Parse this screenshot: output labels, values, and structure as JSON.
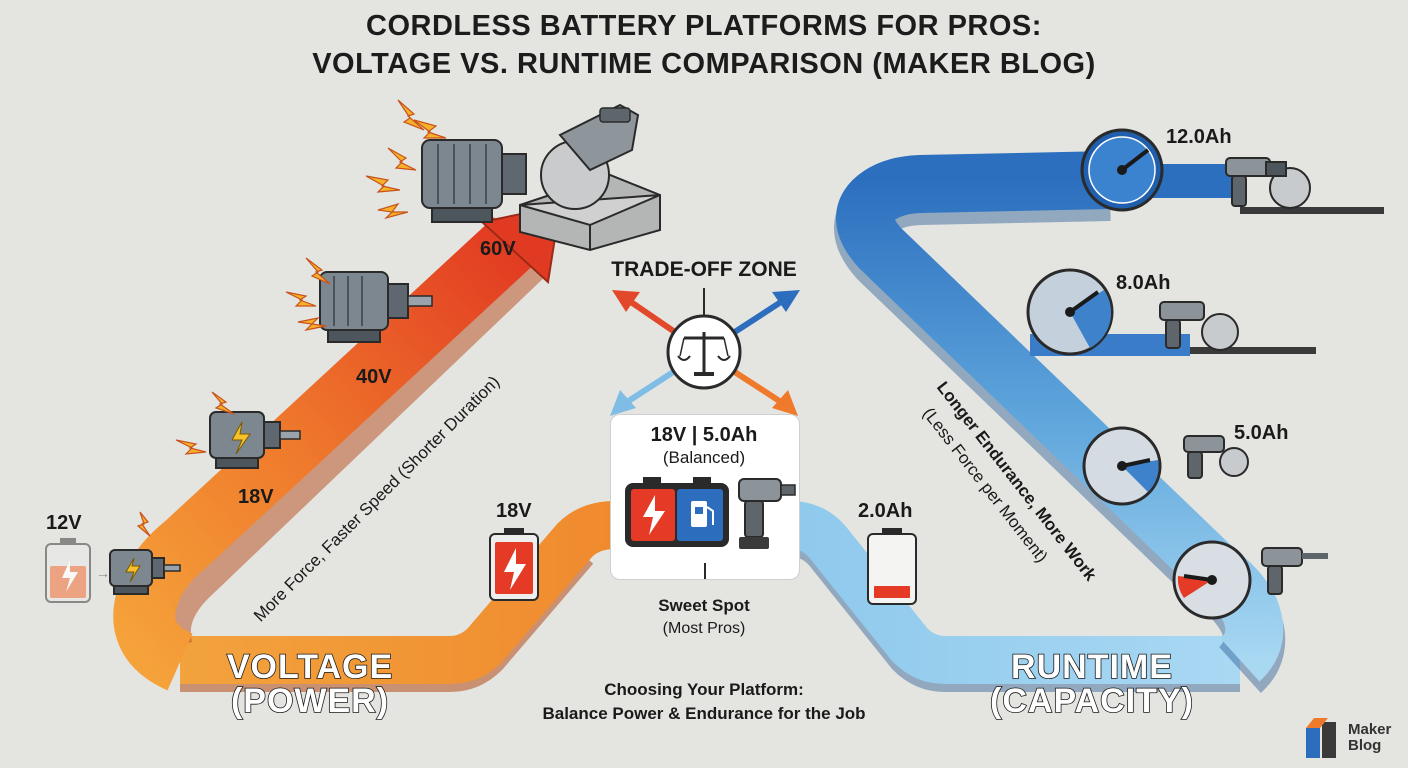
{
  "title": {
    "line1": "CORDLESS BATTERY PLATFORMS FOR PROS:",
    "line2": "VOLTAGE VS. RUNTIME COMPARISON (MAKER BLOG)"
  },
  "voltage": {
    "heading": "VOLTAGE",
    "subheading": "(POWER)",
    "levels": [
      "12V",
      "18V",
      "40V",
      "60V"
    ],
    "battery_label": "18V",
    "side_text": "More Force, Faster Speed (Shorter Duration)",
    "color_start": "#f59a2e",
    "color_end": "#e03a22"
  },
  "runtime": {
    "heading": "RUNTIME",
    "subheading": "(CAPACITY)",
    "capacities": [
      "12.0Ah",
      "8.0Ah",
      "5.0Ah",
      "2.0Ah"
    ],
    "side_text_bold": "Longer Endurance, More Work",
    "side_text": "(Less Force per Moment)",
    "color_start": "#9dd0ee",
    "color_end": "#2f74c0"
  },
  "tradeoff": {
    "label": "TRADE-OFF ZONE",
    "icon": "balance-scale-icon"
  },
  "balanced": {
    "spec": "18V | 5.0Ah",
    "note": "(Balanced)",
    "sweet_spot": "Sweet Spot",
    "sweet_note": "(Most Pros)"
  },
  "footer": {
    "line1": "Choosing Your Platform:",
    "line2": "Balance Power & Endurance for the Job"
  },
  "watermark": {
    "line1": "Maker",
    "line2": "Blog"
  }
}
